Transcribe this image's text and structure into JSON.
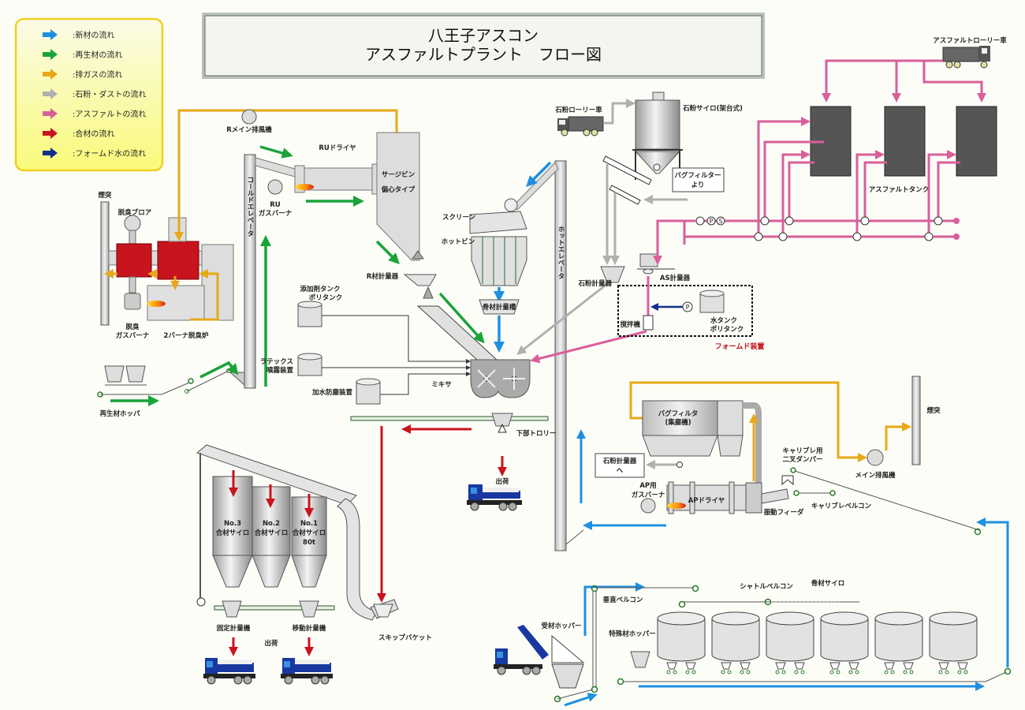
{
  "title": {
    "line1": "八王子アスコン",
    "line2": "アスファルトプラント　フロー図"
  },
  "legend": {
    "items": [
      {
        "label": ":新材の流れ",
        "color": "#1e90e0"
      },
      {
        "label": ":再生材の流れ",
        "color": "#1aa33a"
      },
      {
        "label": ":排ガスの流れ",
        "color": "#e8a818"
      },
      {
        "label": ":石粉・ダストの流れ",
        "color": "#b0b0b0"
      },
      {
        "label": ":アスファルトの流れ",
        "color": "#d8609a"
      },
      {
        "label": ":合材の流れ",
        "color": "#c8141e"
      },
      {
        "label": ":フォームド水の流れ",
        "color": "#12308a"
      }
    ]
  },
  "colors": {
    "new_material": "#1e90e0",
    "recycled": "#1aa33a",
    "exhaust": "#e8a818",
    "dust": "#b0b0b0",
    "asphalt": "#d8609a",
    "mix": "#c8141e",
    "foam_water": "#12308a"
  },
  "labels": {
    "chimney_left": "煙突",
    "deodor_blower": "脱臭ブロア",
    "deodor_burner_1": "脱臭",
    "deodor_burner_2": "ガスバーナ",
    "two_burner_furnace": "2バーナ脱臭炉",
    "r_main_fan": "Rメイン排風機",
    "ru_dryer": "RUドライヤ",
    "ru_burner_1": "RU",
    "ru_burner_2": "ガスバーナ",
    "cold_elevator": "コールドエレベータ",
    "surge_bin_1": "サージビン",
    "surge_bin_2": "偏心タイプ",
    "r_scale": "R材計量器",
    "recycled_hopper": "再生材ホッパ",
    "additive_tank_1": "添加剤タンク",
    "additive_tank_2": "ポリタンク",
    "latex_1": "ラテックス",
    "latex_2": "噴霧装置",
    "water_dust": "加水防塵装置",
    "mixer": "ミキサ",
    "screen": "スクリーン",
    "hot_bin": "ホットビン",
    "aggregate_scale": "骨材計量槽",
    "hot_elevator": "ホットエレベータ",
    "lower_trolley": "下部トロリー",
    "shipping_center": "出荷",
    "filler_lorry": "石粉ローリー車",
    "filler_silo": "石粉サイロ(架台式)",
    "from_bagfilter_1": "バグフィルター",
    "from_bagfilter_2": "より",
    "filler_scale": "石粉計量器",
    "as_scale": "AS計量器",
    "agitator": "撹拌機",
    "water_tank_1": "水タンク",
    "water_tank_2": "ポリタンク",
    "foam_device": "フォームド装置",
    "asphalt_lorry": "アスファルトローリー車",
    "asphalt_tank": "アスファルトタンク",
    "bagfilter_1": "バグフィルタ",
    "bagfilter_2": "(集塵機)",
    "to_filler_scale_1": "石粉計量器",
    "to_filler_scale_2": "へ",
    "ap_burner_1": "AP用",
    "ap_burner_2": "ガスバーナ",
    "ap_dryer": "APドライヤ",
    "vib_feeder": "振動フィーダ",
    "calib_damper_1": "キャリブレ用",
    "calib_damper_2": "二叉ダンパー",
    "calib_belt": "キャリブレベルコン",
    "main_fan": "メイン排風機",
    "chimney_right": "煙突",
    "silo3_1": "No.3",
    "silo3_2": "合材サイロ",
    "silo2_1": "No.2",
    "silo2_2": "合材サイロ",
    "silo1_1": "No.1",
    "silo1_2": "合材サイロ",
    "silo1_3": "80t",
    "fixed_scale": "固定計量機",
    "moving_scale": "移動計量機",
    "shipping_left": "出荷",
    "skip_bucket": "スキップバケット",
    "receiving_hopper": "受材ホッパー",
    "vertical_belt": "垂直ベルコン",
    "special_hopper": "特殊材ホッパー",
    "shuttle_belt": "シャトルベルコン",
    "aggregate_silo": "骨材サイロ",
    "pump_p": "P",
    "pump_s": "S"
  }
}
